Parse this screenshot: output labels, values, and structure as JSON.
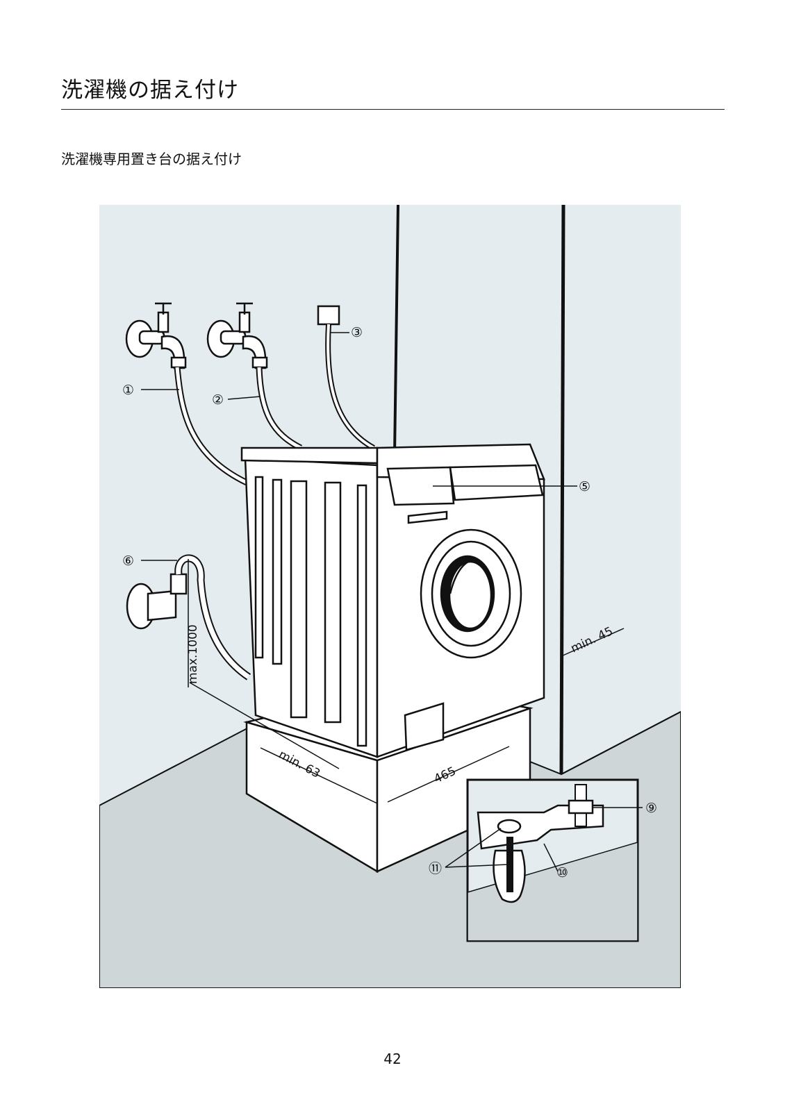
{
  "page": {
    "title": "洗濯機の据え付け",
    "subtitle": "洗濯機専用置き台の据え付け",
    "page_number": "42"
  },
  "figure": {
    "callouts": [
      "①",
      "②",
      "③",
      "⑤",
      "⑥",
      "⑨",
      "⑩",
      "⑪"
    ],
    "dimensions": {
      "max_height": "max.1000",
      "min_depth": "min. 63",
      "width": "465",
      "min_gap": "min. 45"
    },
    "colors": {
      "wall": "#e4ecef",
      "floor": "#cfd6d8",
      "line": "#111111"
    }
  }
}
